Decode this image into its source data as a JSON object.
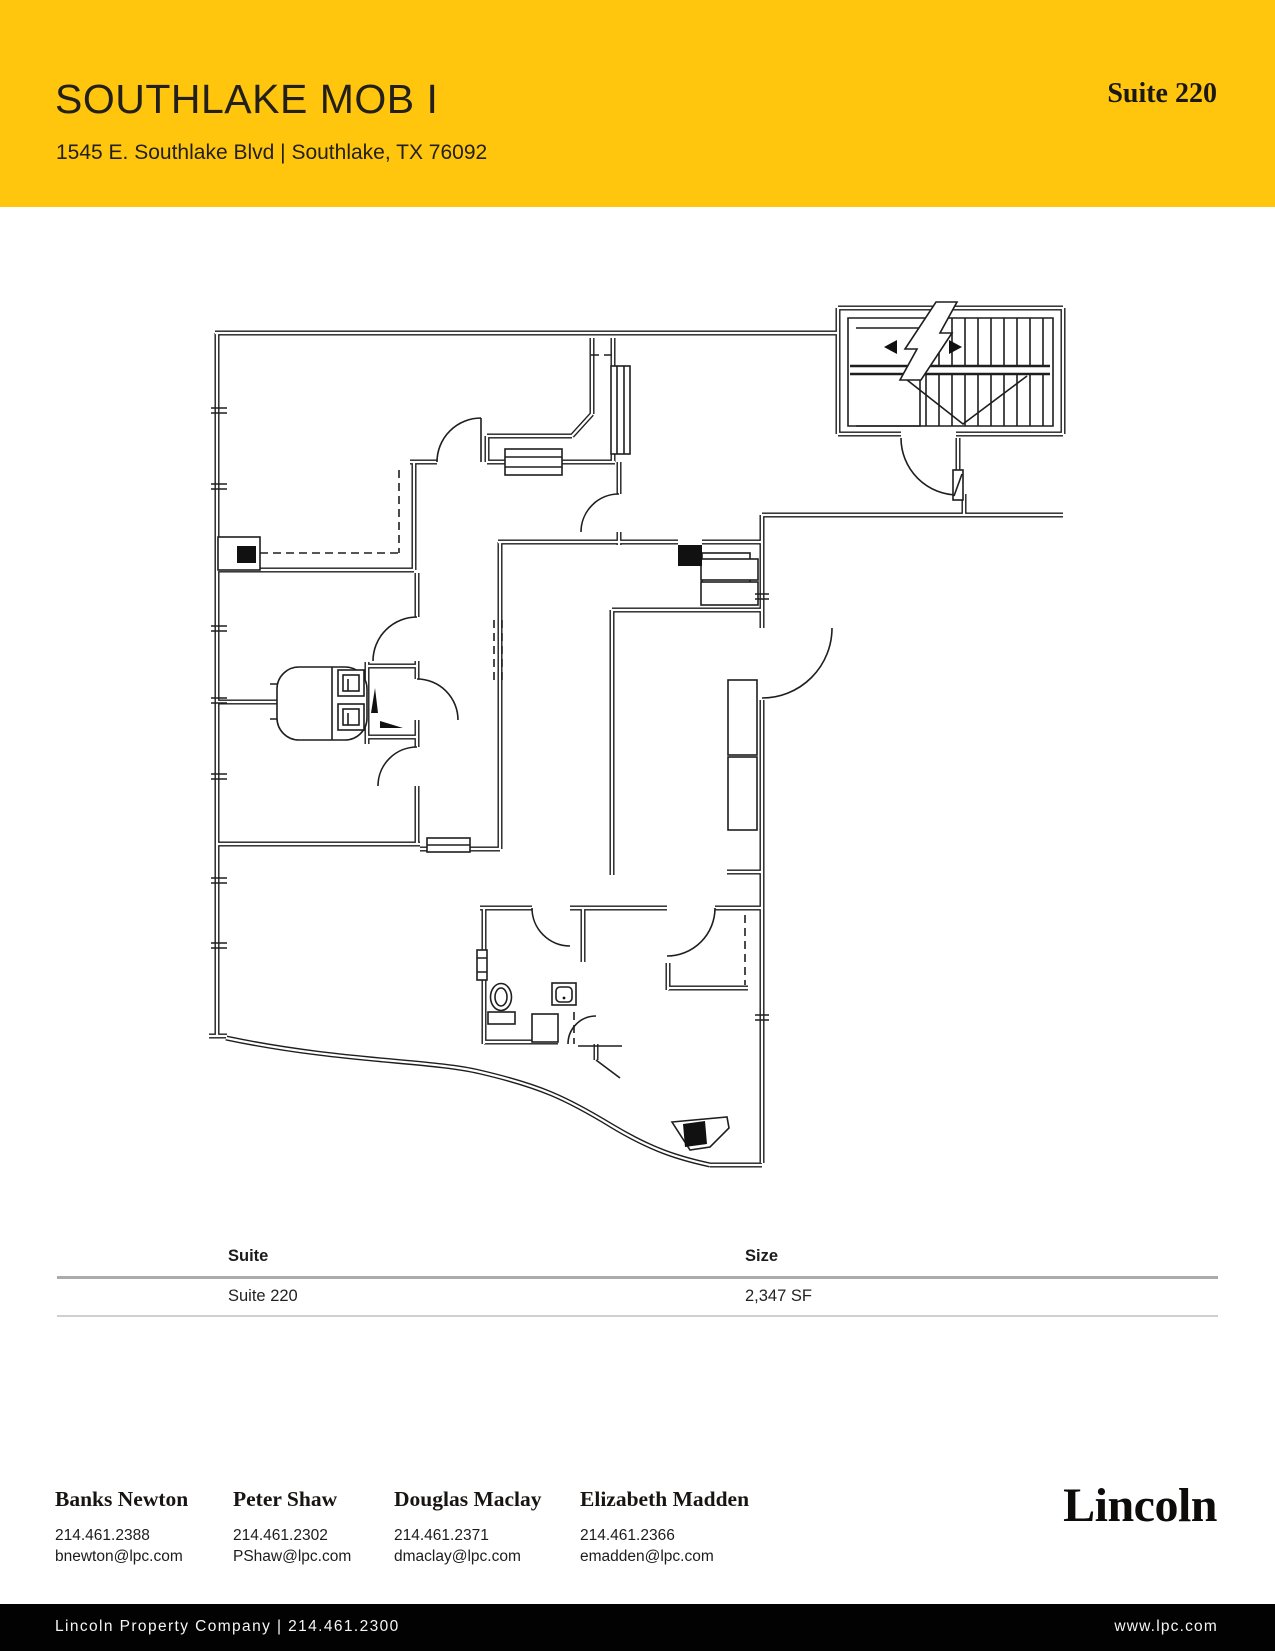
{
  "colors": {
    "accent_yellow": "#FFC60D",
    "footer_bg": "#020202",
    "line": "#1e1e1e"
  },
  "header": {
    "title": "SOUTHLAKE MOB I",
    "address": "1545 E. Southlake Blvd  |  Southlake, TX 76092",
    "suite_label": "Suite 220"
  },
  "table": {
    "header": [
      "Suite",
      "Size"
    ],
    "rows": [
      [
        "Suite 220",
        "2,347 SF"
      ]
    ]
  },
  "contacts": [
    {
      "name": "Banks Newton",
      "phone": "214.461.2388",
      "email": "bnewton@lpc.com"
    },
    {
      "name": "Peter Shaw",
      "phone": "214.461.2302",
      "email": "PShaw@lpc.com"
    },
    {
      "name": "Douglas Maclay",
      "phone": "214.461.2371",
      "email": "dmaclay@lpc.com"
    },
    {
      "name": "Elizabeth Madden",
      "phone": "214.461.2366",
      "email": "emadden@lpc.com"
    }
  ],
  "logo": {
    "text": "Lincoln"
  },
  "footer": {
    "left": "Lincoln Property Company  |  214.461.2300",
    "right": "www.lpc.com"
  }
}
